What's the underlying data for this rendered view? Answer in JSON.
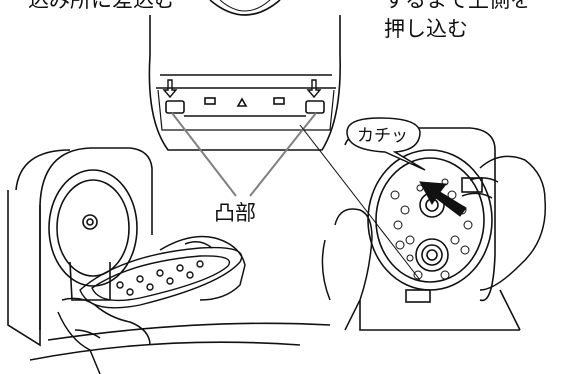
{
  "captions": {
    "left_step": "込み所に差込む",
    "right_step_line1": "するまで上側を",
    "right_step_line2": "押し込む"
  },
  "labels": {
    "convex": "凸部",
    "click": "カチッ"
  },
  "colors": {
    "ink": "#111111",
    "leader": "#808080",
    "arrow": "#111111"
  }
}
